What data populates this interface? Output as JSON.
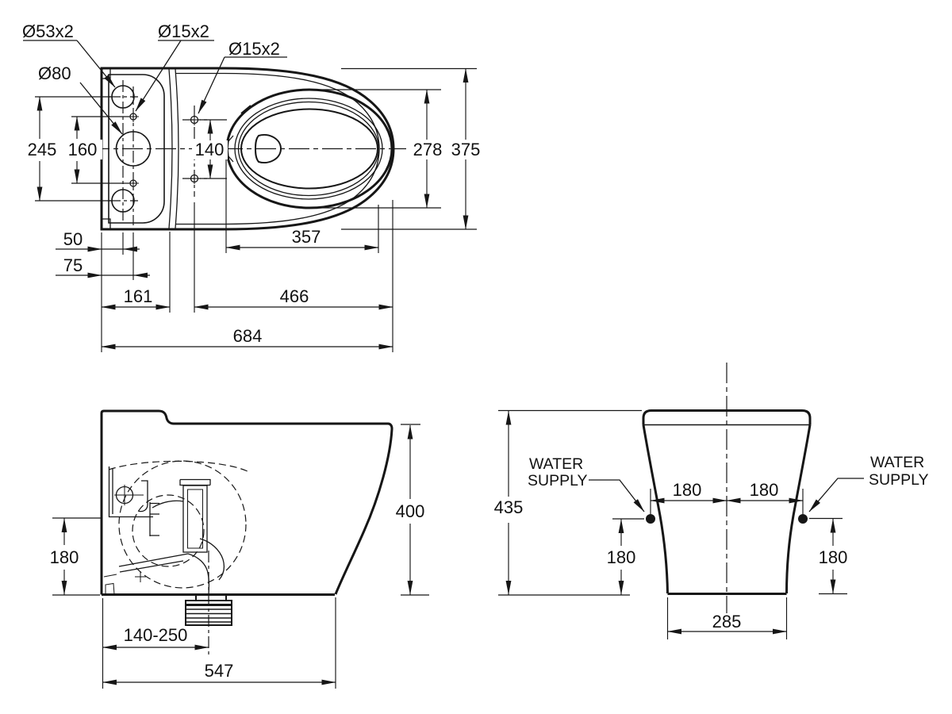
{
  "colors": {
    "line": "#161616",
    "background": "#ffffff"
  },
  "views": {
    "top": {
      "labels": {
        "bolt_circles": "Ø53x2",
        "rear_holes": "Ø15x2",
        "seat_holes": "Ø15x2",
        "center_hole": "Ø80"
      },
      "dims": {
        "bolt_spacing": "245",
        "rear_hole_spacing": "160",
        "seat_hole_spacing": "140",
        "bowl_width": "278",
        "overall_width": "375",
        "edge_to_bolts": "50",
        "edge_to_holes": "75",
        "tank_depth": "161",
        "bowl_length": "357",
        "seat_holes_to_front": "466",
        "overall_length": "684"
      }
    },
    "side": {
      "dims": {
        "supply_height": "180",
        "rim_height": "400",
        "outlet_range": "140-250",
        "overall_depth": "547"
      }
    },
    "front": {
      "labels": {
        "water_supply_left": [
          "WATER",
          "SUPPLY"
        ],
        "water_supply_right": [
          "WATER",
          "SUPPLY"
        ]
      },
      "dims": {
        "overall_height": "435",
        "supply_offset_left": "180",
        "supply_offset_right": "180",
        "supply_height_left": "180",
        "supply_height_right": "180",
        "base_width": "285"
      }
    }
  }
}
